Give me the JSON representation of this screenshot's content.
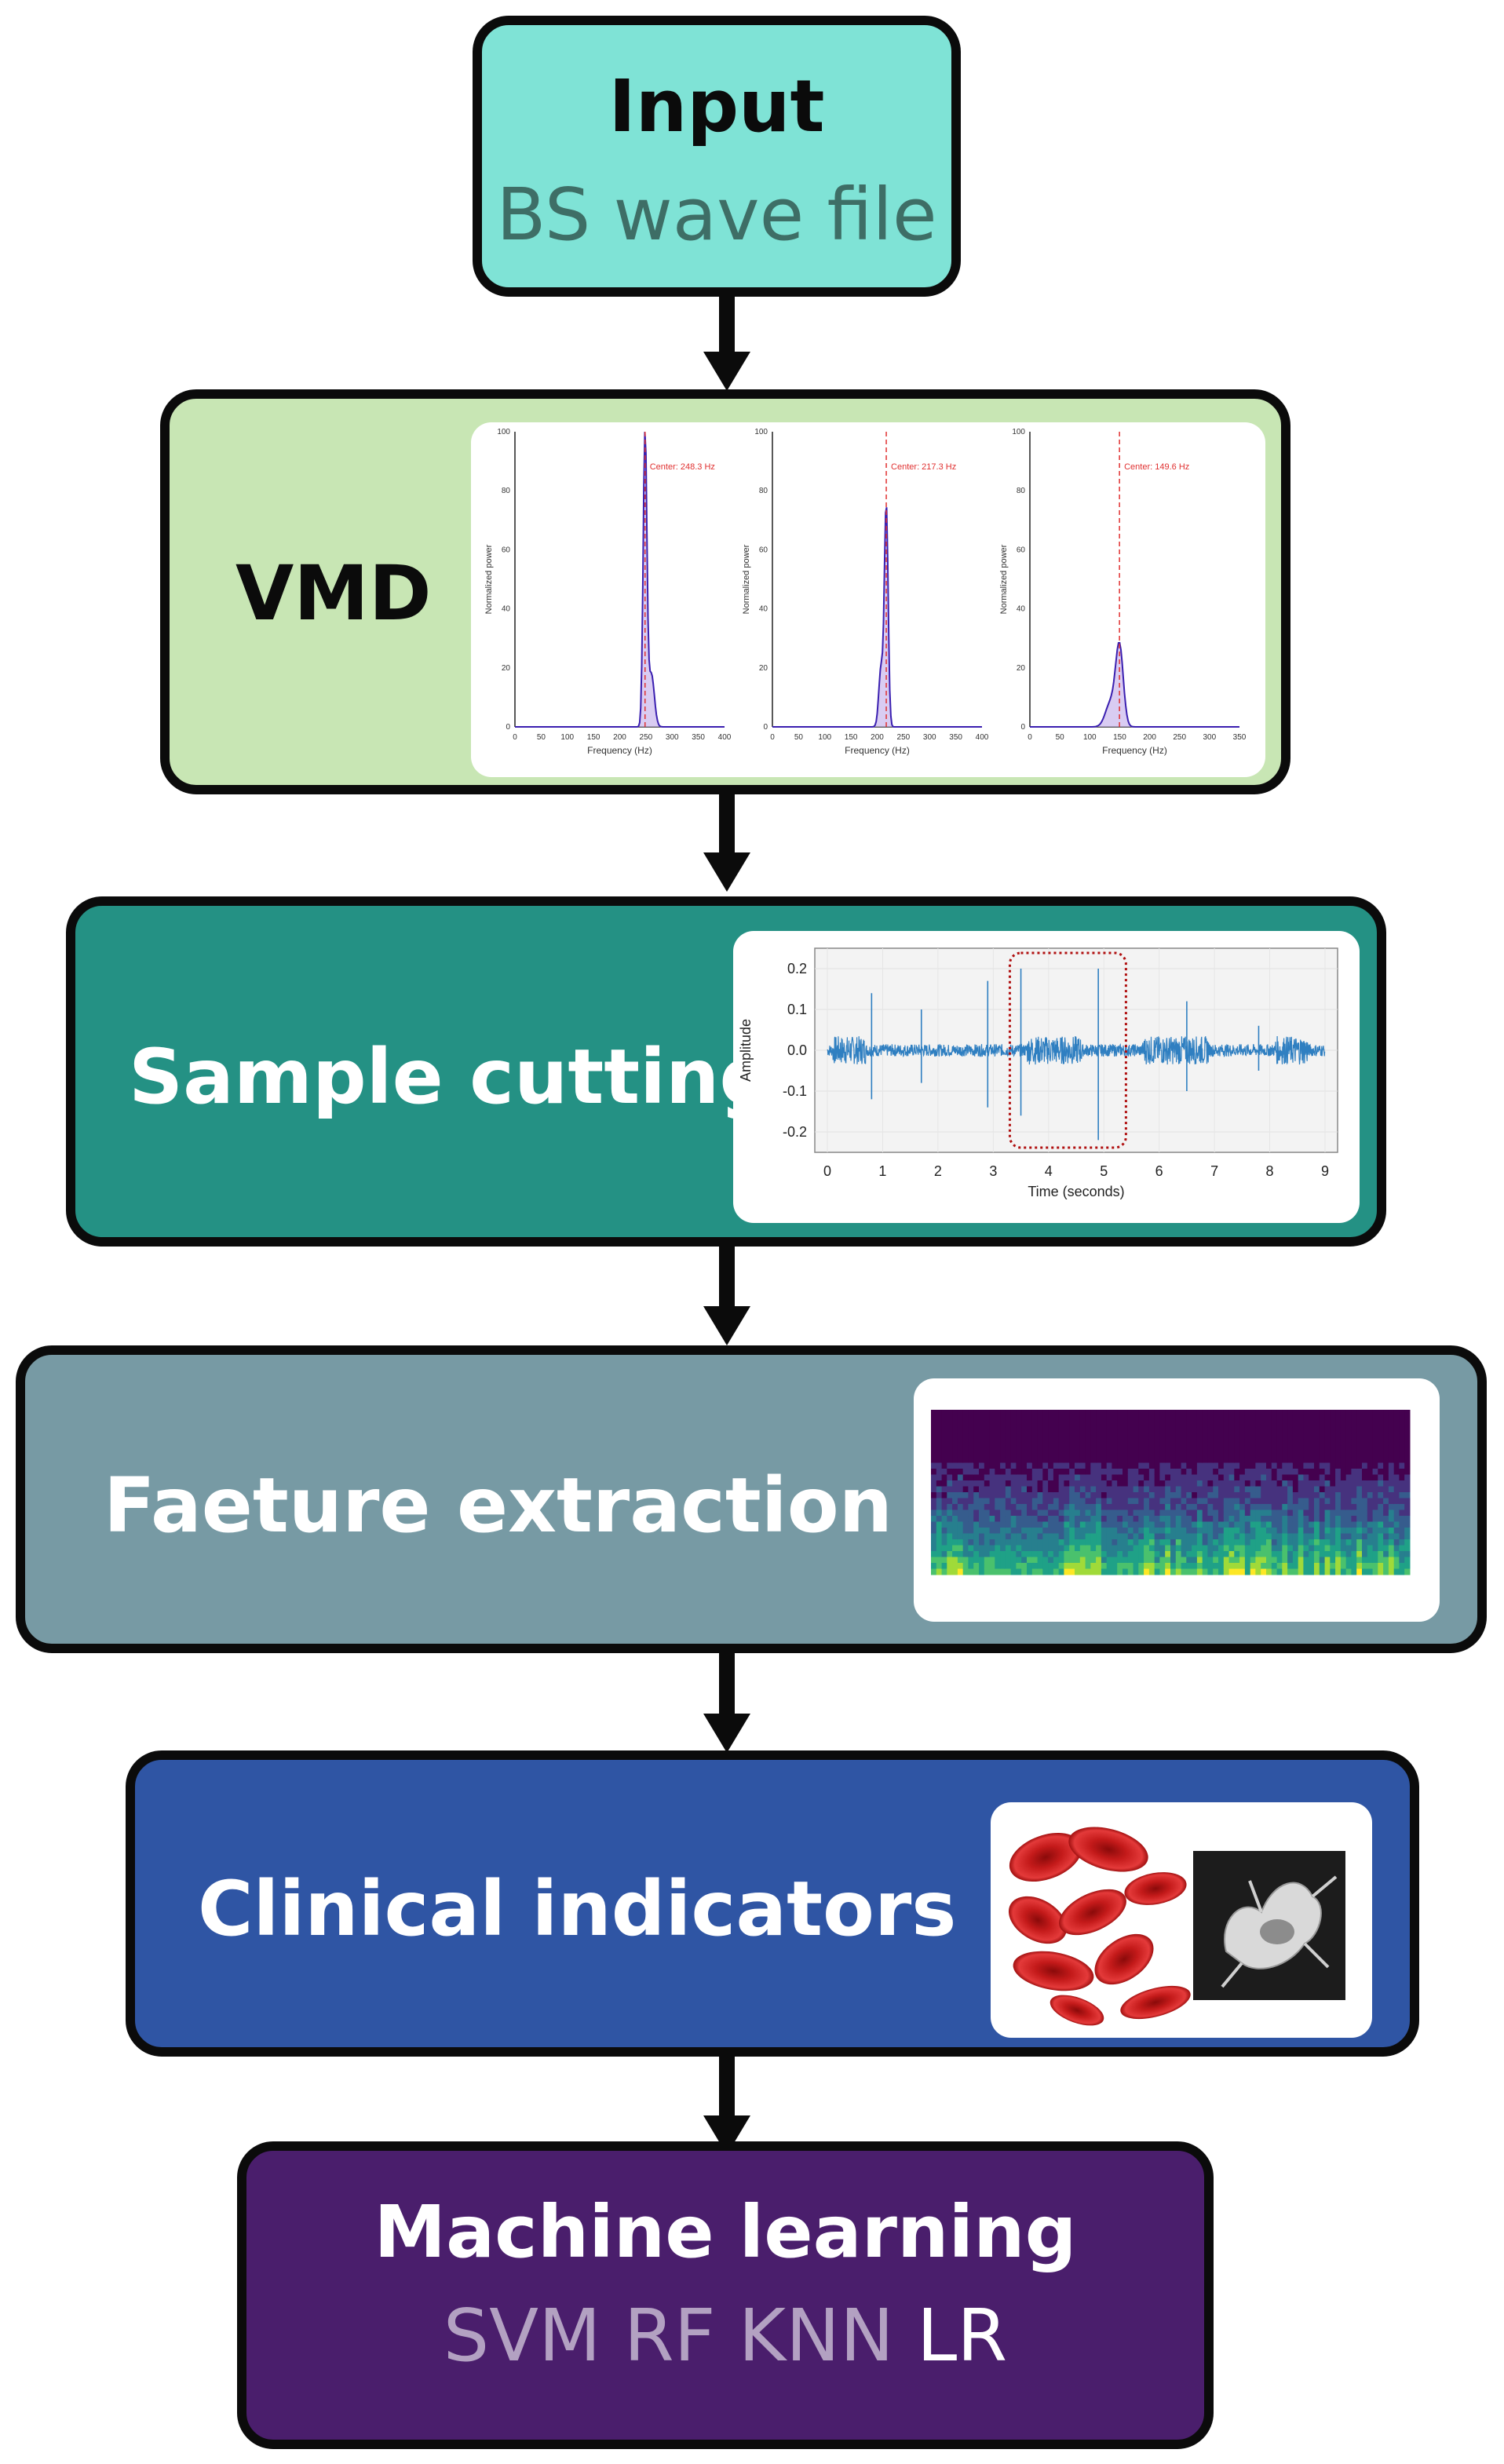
{
  "input": {
    "title": "Input",
    "subtitle": "BS wave file"
  },
  "vmd": {
    "label": "VMD",
    "plots": [
      {
        "center_label": "Center: 248.3 Hz",
        "center_hz": 248.3,
        "peak": 100,
        "xmax": 400,
        "xticks": [
          "0",
          "50",
          "100",
          "150",
          "200",
          "250",
          "300",
          "350",
          "400"
        ]
      },
      {
        "center_label": "Center: 217.3 Hz",
        "center_hz": 217.3,
        "peak": 75,
        "xmax": 400,
        "xticks": [
          "0",
          "50",
          "100",
          "150",
          "200",
          "250",
          "300",
          "350",
          "400"
        ]
      },
      {
        "center_label": "Center: 149.6 Hz",
        "center_hz": 149.6,
        "peak": 27,
        "xmax": 350,
        "xticks": [
          "0",
          "50",
          "100",
          "150",
          "200",
          "250",
          "300",
          "350"
        ]
      }
    ],
    "yticks": [
      "0",
      "20",
      "40",
      "60",
      "80",
      "100"
    ],
    "ylabel": "Normalized power",
    "xlabel": "Frequency (Hz)"
  },
  "sample": {
    "label": "Sample cutting",
    "ylabel": "Amplitude",
    "xlabel": "Time (seconds)",
    "yticks": [
      "0.2",
      "0.1",
      "0.0",
      "-0.1",
      "-0.2"
    ],
    "xticks": [
      "0",
      "1",
      "2",
      "3",
      "4",
      "5",
      "6",
      "7",
      "8",
      "9"
    ],
    "selection_seconds": [
      3.3,
      5.4
    ]
  },
  "feature": {
    "label": "Faeture extraction"
  },
  "clinical": {
    "label": "Clinical indicators"
  },
  "ml": {
    "title": "Machine learning",
    "methods": "SVM RF KNN",
    "method_last": "LR"
  },
  "colors": {
    "input": "#7fe3d6",
    "vmd": "#c8e6b4",
    "sample": "#249184",
    "feature": "#779aa4",
    "clinical": "#2f55a4",
    "ml": "#4a1e6c",
    "spectrum": "#3a1fb0",
    "center_line": "#e03030",
    "wave": "#2f7fc1",
    "selection": "#b01010"
  }
}
